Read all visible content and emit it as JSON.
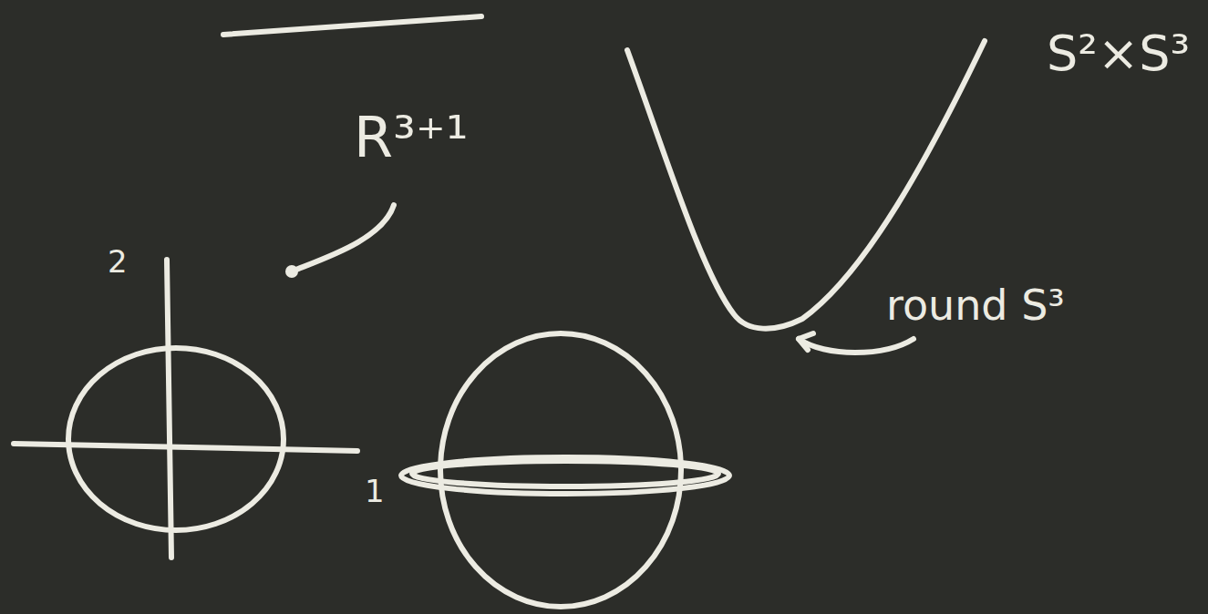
{
  "diagram": {
    "labels": [
      "R³⁺¹",
      "S²×S³",
      "round S³",
      "2",
      "1"
    ]
  }
}
